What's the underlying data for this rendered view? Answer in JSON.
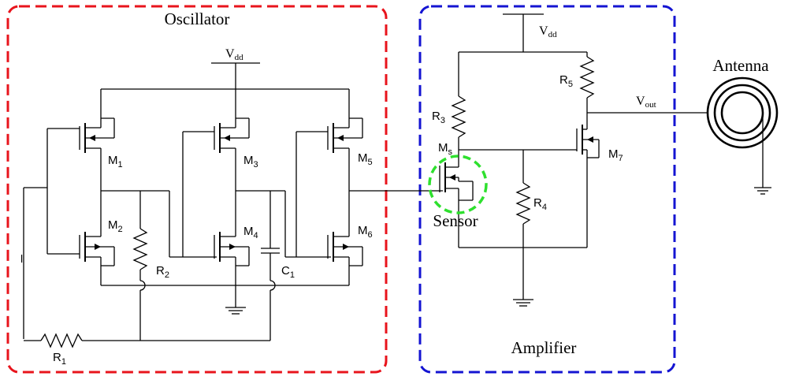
{
  "colors": {
    "oscillator_box": "#e8141c",
    "amplifier_box": "#1414d2",
    "sensor_circle": "#2ee02e",
    "wire": "#000000"
  },
  "blocks": {
    "oscillator": "Oscillator",
    "amplifier": "Amplifier",
    "sensor": "Sensor",
    "antenna": "Antenna"
  },
  "supply": {
    "v": "V",
    "dd": "dd"
  },
  "output": {
    "v": "V",
    "out": "out"
  },
  "transistors": {
    "m1": {
      "base": "M",
      "sub": "1"
    },
    "m2": {
      "base": "M",
      "sub": "2"
    },
    "m3": {
      "base": "M",
      "sub": "3"
    },
    "m4": {
      "base": "M",
      "sub": "4"
    },
    "m5": {
      "base": "M",
      "sub": "5"
    },
    "m6": {
      "base": "M",
      "sub": "6"
    },
    "m7": {
      "base": "M",
      "sub": "7"
    },
    "ms": {
      "base": "M",
      "sub": "s"
    }
  },
  "resistors": {
    "r1": {
      "base": "R",
      "sub": "1"
    },
    "r2": {
      "base": "R",
      "sub": "2"
    },
    "r3": {
      "base": "R",
      "sub": "3"
    },
    "r4": {
      "base": "R",
      "sub": "4"
    },
    "r5": {
      "base": "R",
      "sub": "5"
    }
  },
  "capacitors": {
    "c1": {
      "base": "C",
      "sub": "1"
    }
  },
  "misc": {
    "node_mark": "l"
  }
}
